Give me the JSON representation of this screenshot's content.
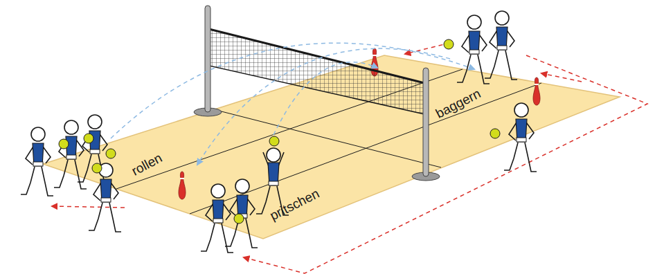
{
  "diagram": {
    "labels": [
      "rollen",
      "pritschen",
      "baggern"
    ]
  }
}
